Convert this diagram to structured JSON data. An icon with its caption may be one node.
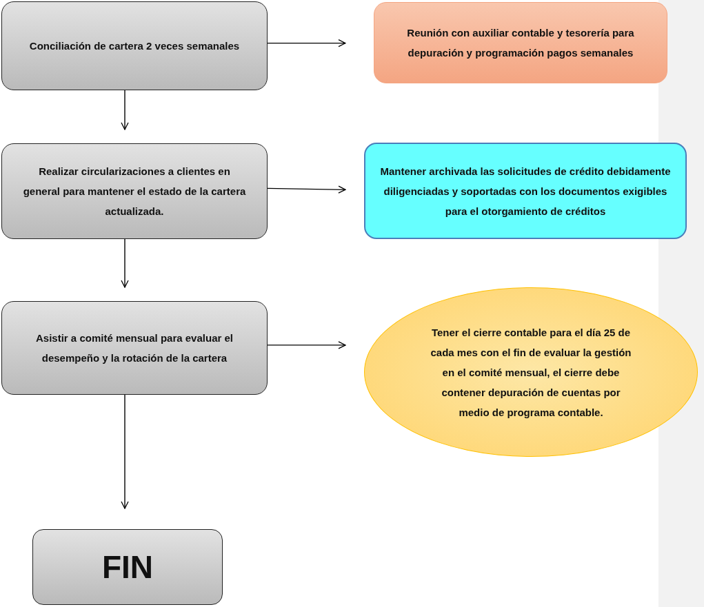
{
  "diagram": {
    "nodes": [
      {
        "text": [
          "Conciliación de cartera 2 veces semanales"
        ]
      },
      {
        "text": [
          "Reunión con auxiliar contable y tesorería para depuración y programación pagos semanales"
        ]
      },
      {
        "text": [
          "Realizar circularizaciones a clientes en general para mantener el estado de la cartera actualizada."
        ]
      },
      {
        "text": [
          "Mantener archivada las solicitudes de crédito debidamente diligenciadas y soportadas con los documentos exigibles para el otorgamiento de créditos"
        ]
      },
      {
        "text": [
          "Asistir a comité mensual para evaluar el desempeño y la rotación de la cartera"
        ]
      },
      {
        "text": [
          "Tener el cierre contable para el día 25 de cada mes con el fin de evaluar la gestión en el comité mensual, el cierre debe contener depuración de cuentas por medio de programa contable."
        ]
      },
      {
        "text": [
          "FIN"
        ]
      }
    ],
    "edges": [
      {
        "from": 0,
        "to": 1,
        "arrow": "to"
      },
      {
        "from": 0,
        "to": 2,
        "arrow": "to"
      },
      {
        "from": 2,
        "to": 3,
        "arrow": "to"
      },
      {
        "from": 2,
        "to": 4,
        "arrow": "to"
      },
      {
        "from": 4,
        "to": 5,
        "arrow": "to"
      },
      {
        "from": 4,
        "to": 6,
        "arrow": "to"
      }
    ]
  }
}
